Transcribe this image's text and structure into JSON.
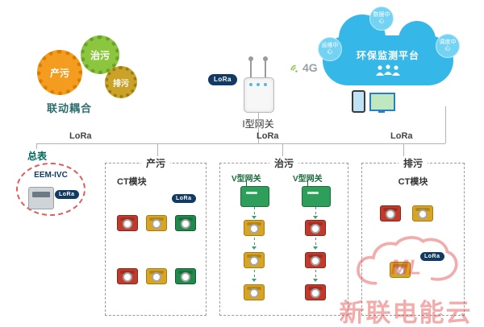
{
  "gears": {
    "caption": "联动耦合",
    "items": [
      {
        "label": "产污"
      },
      {
        "label": "治污"
      },
      {
        "label": "排污"
      }
    ]
  },
  "gateway": {
    "label": "I型网关",
    "lora": "LoRa",
    "signal": "4G"
  },
  "cloud": {
    "title": "环保监测平台",
    "badge_top": "数据中心",
    "badge_left": "运维中心",
    "badge_right": "调度中心"
  },
  "bus": {
    "labels": [
      "LoRa",
      "LoRa",
      "LoRa"
    ]
  },
  "meter": {
    "caption": "总表",
    "model": "EEM-IVC",
    "lora": "LoRa"
  },
  "boxes": {
    "chanwu": {
      "title": "产污",
      "ct_label": "CT模块",
      "lora": "LoRa"
    },
    "zhiwu": {
      "title": "治污",
      "gateway_left": "V型网关",
      "gateway_right": "V型网关"
    },
    "paiwu": {
      "title": "排污",
      "ct_label": "CT模块",
      "lora": "LoRa"
    }
  },
  "watermark": {
    "logo": "ML",
    "text": "新联电能云"
  },
  "colors": {
    "cloud_blue": "#35b8e8",
    "lora_navy": "#123a63",
    "module_red": "#c23a2b",
    "module_yellow": "#d9a520",
    "module_green": "#1f8a4c",
    "watermark_red": "#e23b3b"
  }
}
